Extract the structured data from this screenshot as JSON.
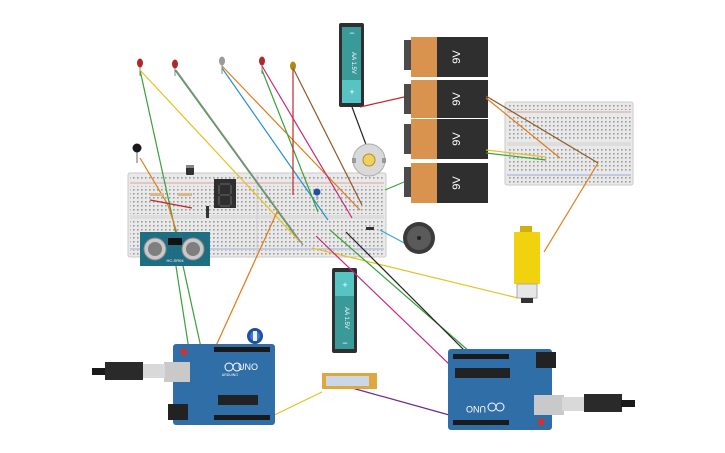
{
  "battery_9v_label": "9V",
  "battery_aa_label": "AA 1.5V",
  "battery_plus": "+",
  "battery_minus": "−",
  "arduino_brand": "UNO",
  "arduino_maker": "ARDUINO",
  "sensor_label": "HC-SR04",
  "led_colors": [
    "#b0282a",
    "#b0282a",
    "#9a9a9a",
    "#b0282a",
    "#b08a10"
  ],
  "colors": {
    "breadboard": "#e9e9e9",
    "arduino": "#2f6ea6",
    "battery_9v_body": "#2f2f2f",
    "battery_9v_cap": "#d9934e",
    "battery_aa": "#3a9a9a",
    "motor_yellow": "#f1d20e",
    "sensor": "#1f6f84",
    "display": "#2f2f2f"
  },
  "wire_colors": {
    "red": "#c4282a",
    "green": "#3aa03a",
    "yellow": "#e2c21e",
    "orange": "#e07b16",
    "blue": "#2a8fd0",
    "gray": "#8c8c8c",
    "magenta": "#c8287a",
    "brown": "#8a5a2a",
    "black": "#222222",
    "purple": "#6a2a8a",
    "lightblue": "#40a6d6"
  }
}
